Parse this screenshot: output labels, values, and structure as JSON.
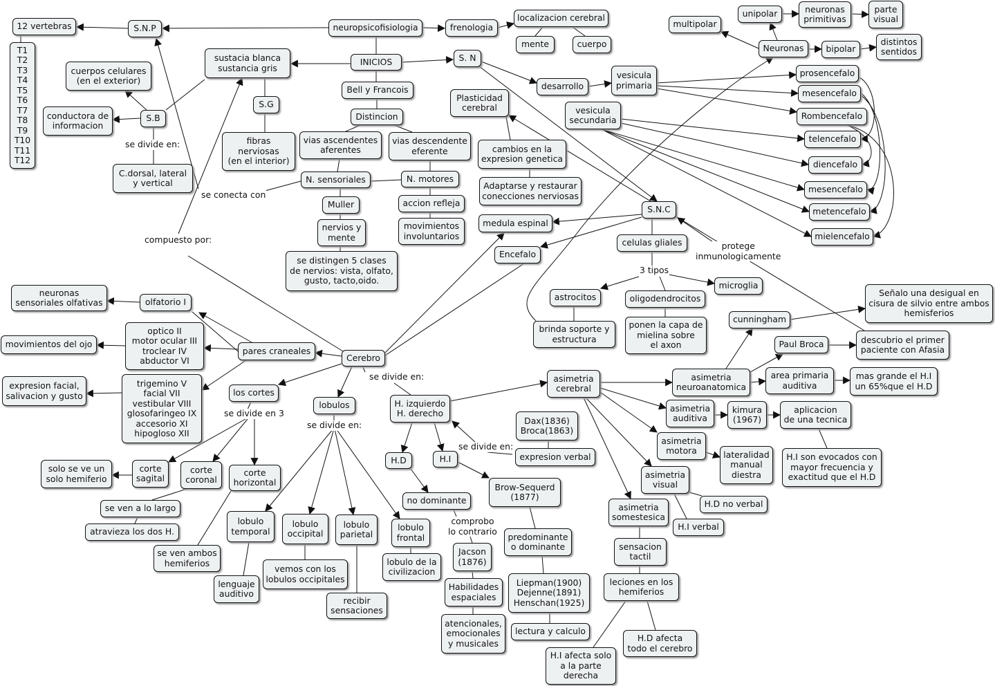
{
  "nodes": {
    "neuropsicofisiologia": "neuropsicofisiologia",
    "inicios": "INICIOS",
    "bell_francois": "Bell y Francois",
    "distincion": "Distincion",
    "vias_ascendentes": "vias ascendentes\naferentes",
    "vias_descendente": "vias descendente\neferente",
    "n_sensoriales": "N. sensoriales",
    "n_motores": "N. motores",
    "muller": "Muller",
    "nervios_mente": "nervios y\nmente",
    "cinco_clases": "se distingen 5 clases\nde nervios: vista, olfato,\ngusto, tacto,oido.",
    "accion_refleja": "accion refleja",
    "movimientos_involuntarios": "movimientos\ninvoluntarios",
    "frenologia": "frenologia",
    "localizacion_cerebral": "localizacion cerebral",
    "mente": "mente",
    "cuerpo": "cuerpo",
    "snp": "S.N.P",
    "doce_vertebras": "12 vertebras",
    "vertebras_lista": "T1\nT2\nT3\nT4\nT5\nT6\nT7\nT8\nT9\nT10\nT11\nT12",
    "sustancia": "sustacia blanca\nsustancia gris",
    "sg": "S.G",
    "fibras_nerviosas": "fibras\nnerviosas\n(en el interior)",
    "sb": "S.B",
    "cuerpos_celulares": "cuerpos celulares\n(en el exterior)",
    "conductora": "conductora de\ninformacion",
    "cdorsal": "C.dorsal, lateral\ny vertical",
    "sn": "S. N",
    "plasticidad": "Plasticidad\ncerebral",
    "cambios_expresion": "cambios en la\nexpresion genetica",
    "adaptarse": "Adaptarse y restaurar\nconecciones nerviosas",
    "desarrollo": "desarrollo",
    "vesicula_primaria": "vesicula\nprimaria",
    "vesicula_secundaria": "vesicula\nsecundaria",
    "prosencefalo": "prosencefalo",
    "mesencefalo1": "mesencefalo",
    "rombencefalo": "Rombencefalo",
    "telencefalo": "telencefalo",
    "diencefalo": "diencefalo",
    "mesencefalo2": "mesencefalo",
    "metencefalo": "metencefalo",
    "mielencefalo": "mielencefalo",
    "neuronas": "Neuronas",
    "multipolar": "multipolar",
    "unipolar": "unipolar",
    "neuronas_primitivas": "neuronas\nprimitivas",
    "parte_visual": "parte\nvisual",
    "bipolar": "bipolar",
    "distintos_sentidos": "distintos\nsentidos",
    "snc": "S.N.C",
    "medula_espinal": "medula espinal",
    "encefalo": "Encefalo",
    "celulas_gliales": "celulas gliales",
    "astrocitos": "astrocitos",
    "oligodendrocitos": "oligodendrocitos",
    "microglia": "microglia",
    "brinda_soporte": "brinda soporte y\nestructura",
    "ponen_capa": "ponen la capa de\nmielina sobre\nel axon",
    "cerebro": "Cerebro",
    "pares_craneales": "pares craneales",
    "olfatorio": "olfatorio I",
    "neuronas_olfativas": "neuronas\nsensoriales olfativas",
    "optico_grupo": "optico II\nmotor ocular III\ntroclear IV\nabductor VI",
    "movimientos_ojo": "movimientos del ojo",
    "trigemino_grupo": "trigemino V\nfacial VII\nvestibular VIII\nglosofaringeo IX\naccesorio XI\nhipogloso XII",
    "expresion_facial": "expresion facial,\nsalivacion y gusto",
    "los_cortes": "los cortes",
    "corte_sagital": "corte\nsagital",
    "corte_coronal": "corte\ncoronal",
    "corte_horizontal": "corte\nhorizontal",
    "solo_hemiferio": "solo se ve un\nsolo hemiferio",
    "se_ven_largo": "se ven a lo largo",
    "atravieza": "atravieza los dos H.",
    "se_ven_ambos": "se ven ambos\nhemiferios",
    "lobulos": "lobulos",
    "lobulo_temporal": "lobulo\ntemporal",
    "lobulo_occipital": "lobulo\noccipital",
    "lobulo_parietal": "lobulo\nparietal",
    "lobulo_frontal": "lobulo\nfrontal",
    "lenguaje_auditivo": "lenguaje\nauditivo",
    "vemos_occipitales": "vemos con los\nlobulos occipitales",
    "recibir_sensaciones": "recibir\nsensaciones",
    "lobulo_civilizacion": "lobulo de la\ncivilizacion",
    "hemisferios": "H. izquierdo\nH. derecho",
    "hd": "H.D",
    "hi": "H.I",
    "no_dominante": "no dominante",
    "jacson": "Jacson\n(1876)",
    "habilidades_espaciales": "Habilidades\nespaciales",
    "atencionales": "atencionales,\nemocionales\ny musicales",
    "brow_sequerd": "Brow-Sequerd\n(1877)",
    "predominante": "predominante\no dominante",
    "liepman": "Liepman(1900)\nDejenne(1891)\nHenschan(1925)",
    "lectura_calculo": "lectura y calculo",
    "dax_broca": "Dax(1836)\nBroca(1863)",
    "expresion_verbal": "expresion verbal",
    "asimetria_cerebral": "asimetria\ncerebral",
    "asimetria_neuroanatomica": "asimetria\nneuroanatomica",
    "area_primaria": "area primaria\nauditiva",
    "mas_grande": "mas grande el H.I\nun 65%que el H.D",
    "cunningham": "cunningham",
    "senalo": "Señalo una desigual en\ncisura de silvio entre ambos\nhemisferios",
    "paul_broca": "Paul Broca",
    "descubrio": "descubrio el primer\npaciente con Afasia",
    "asimetria_auditiva": "asimetria\nauditiva",
    "kimura": "kimura\n(1967)",
    "aplicacion_tecnica": "aplicacion\nde una tecnica",
    "hi_evocados": "H.I son evocados con\nmayor frecuencia y\nexactitud que el H.D",
    "asimetria_motora": "asimetria\nmotora",
    "lateralidad": "lateralidad\nmanual\ndiestra",
    "asimetria_visual": "asimetria\nvisual",
    "hd_no_verbal": "H.D no verbal",
    "hi_verbal": "H.I verbal",
    "asimetria_somestesica": "asimetria\nsomestesica",
    "sensacion_tactil": "sensacion\ntactil",
    "lesiones": "leciones en los\nhemiferios",
    "hi_afecta": "H.I afecta solo\na la parte\nderecha",
    "hd_afecta": "H.D afecta\ntodo el cerebro"
  },
  "link_labels": {
    "se_divide_en_1": "se divide en:",
    "se_conecta_con": "se conecta con",
    "compuesto_por": "compuesto por:",
    "tres_tipos": "3 tipos",
    "protege": "protege\ninmunologicamente",
    "se_divide_en_3": "se divide en 3",
    "se_divide_en_2": "se divide en:",
    "se_divide_en_4": "se divide en:",
    "se_divide_en_5": "se divide en:",
    "comprobo": "comprobo\nlo contrario"
  }
}
